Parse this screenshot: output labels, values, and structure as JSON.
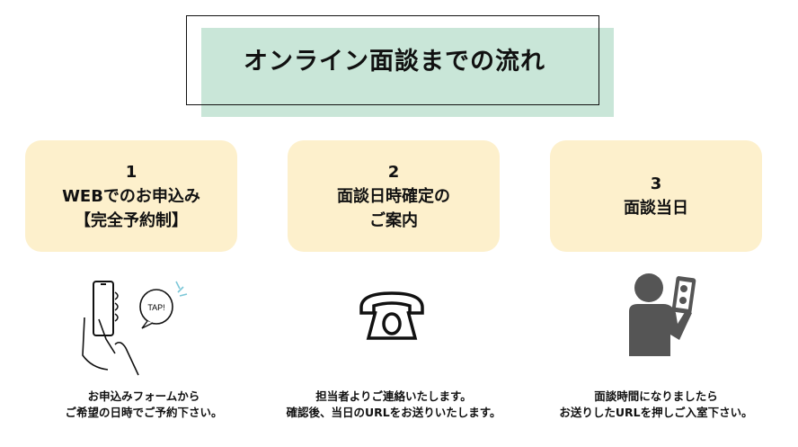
{
  "title": "オンライン面談までの流れ",
  "steps": [
    {
      "number": "1",
      "lines": [
        "WEBでのお申込み",
        "【完全予約制】"
      ],
      "caption": [
        "お申込みフォームから",
        "ご希望の日時でご予約下さい。"
      ],
      "icon": "smartphone-tap-icon",
      "icon_text": "TAP!"
    },
    {
      "number": "2",
      "lines": [
        "面談日時確定の",
        "ご案内"
      ],
      "caption": [
        "担当者よりご連絡いたします。",
        "確認後、当日のURLをお送りいたします。"
      ],
      "icon": "telephone-icon"
    },
    {
      "number": "3",
      "lines": [
        "面談当日"
      ],
      "caption": [
        "面談時間になりましたら",
        "お送りしたURLを押しご入室下さい。"
      ],
      "icon": "person-video-call-icon"
    }
  ],
  "colors": {
    "title_bg": "#c9e6d8",
    "card_bg": "#fdf0cc",
    "icon_gray": "#555555"
  }
}
